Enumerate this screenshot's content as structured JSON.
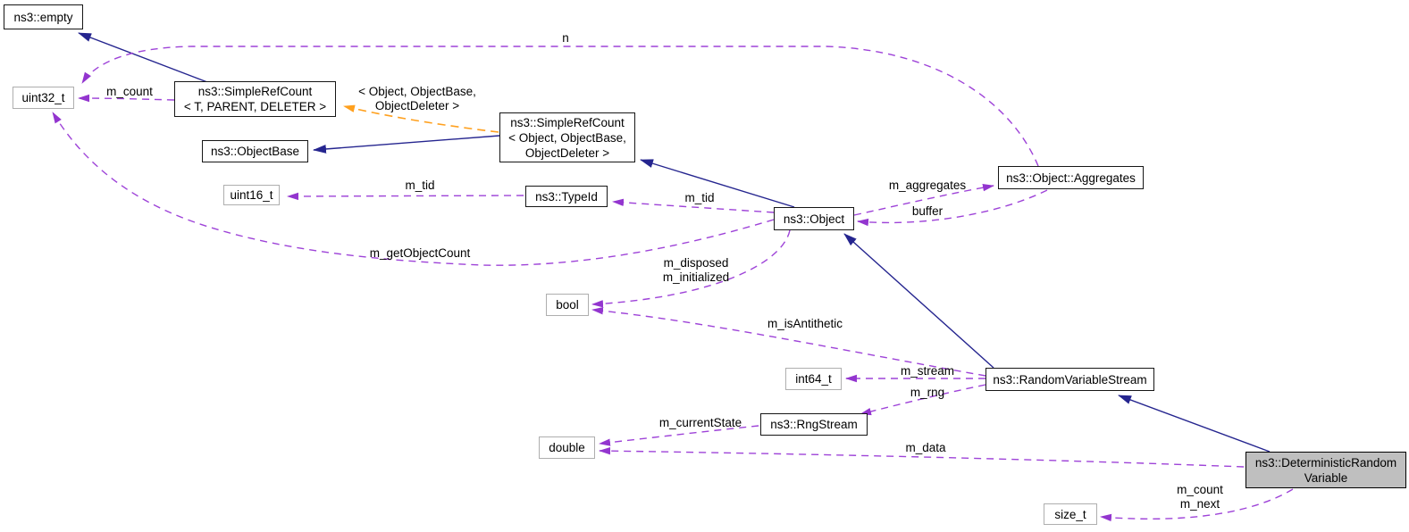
{
  "nodes": {
    "empty": {
      "label": "ns3::empty"
    },
    "uint32": {
      "label": "uint32_t"
    },
    "simpleRefCountT": {
      "line1": "ns3::SimpleRefCount",
      "line2": "< T, PARENT, DELETER >"
    },
    "objectBase": {
      "label": "ns3::ObjectBase"
    },
    "simpleRefCountObject": {
      "line1": "ns3::SimpleRefCount",
      "line2": "< Object, ObjectBase,",
      "line3": "ObjectDeleter >"
    },
    "uint16": {
      "label": "uint16_t"
    },
    "typeId": {
      "label": "ns3::TypeId"
    },
    "object": {
      "label": "ns3::Object"
    },
    "aggregates": {
      "label": "ns3::Object::Aggregates"
    },
    "bool": {
      "label": "bool"
    },
    "int64": {
      "label": "int64_t"
    },
    "randomVariableStream": {
      "label": "ns3::RandomVariableStream"
    },
    "rngStream": {
      "label": "ns3::RngStream"
    },
    "double": {
      "label": "double"
    },
    "deterministicRandomVariable": {
      "line1": "ns3::DeterministicRandom",
      "line2": "Variable"
    },
    "size": {
      "label": "size_t"
    }
  },
  "edge_labels": {
    "n": "n",
    "m_count": "m_count",
    "template_args_line1": "< Object, ObjectBase,",
    "template_args_line2": "ObjectDeleter >",
    "m_tid_left": "m_tid",
    "m_tid_right": "m_tid",
    "m_getObjectCount": "m_getObjectCount",
    "m_aggregates": "m_aggregates",
    "buffer": "buffer",
    "m_disposed_line1": "m_disposed",
    "m_disposed_line2": "m_initialized",
    "m_isAntithetic": "m_isAntithetic",
    "m_stream": "m_stream",
    "m_rng": "m_rng",
    "m_currentState": "m_currentState",
    "m_data": "m_data",
    "m_count_next_line1": "m_count",
    "m_count_next_line2": "m_next"
  },
  "colors": {
    "inheritance_edge": "#25258f",
    "usage_edge": "#9e43d8",
    "usage_arrowhead": "#9335cf",
    "template_edge": "#ffa01e",
    "class_border": "#161616",
    "primitive_border": "#aeaeae",
    "highlight_fill": "#bfbfbf",
    "background": "#ffffff",
    "text": "#000000"
  }
}
